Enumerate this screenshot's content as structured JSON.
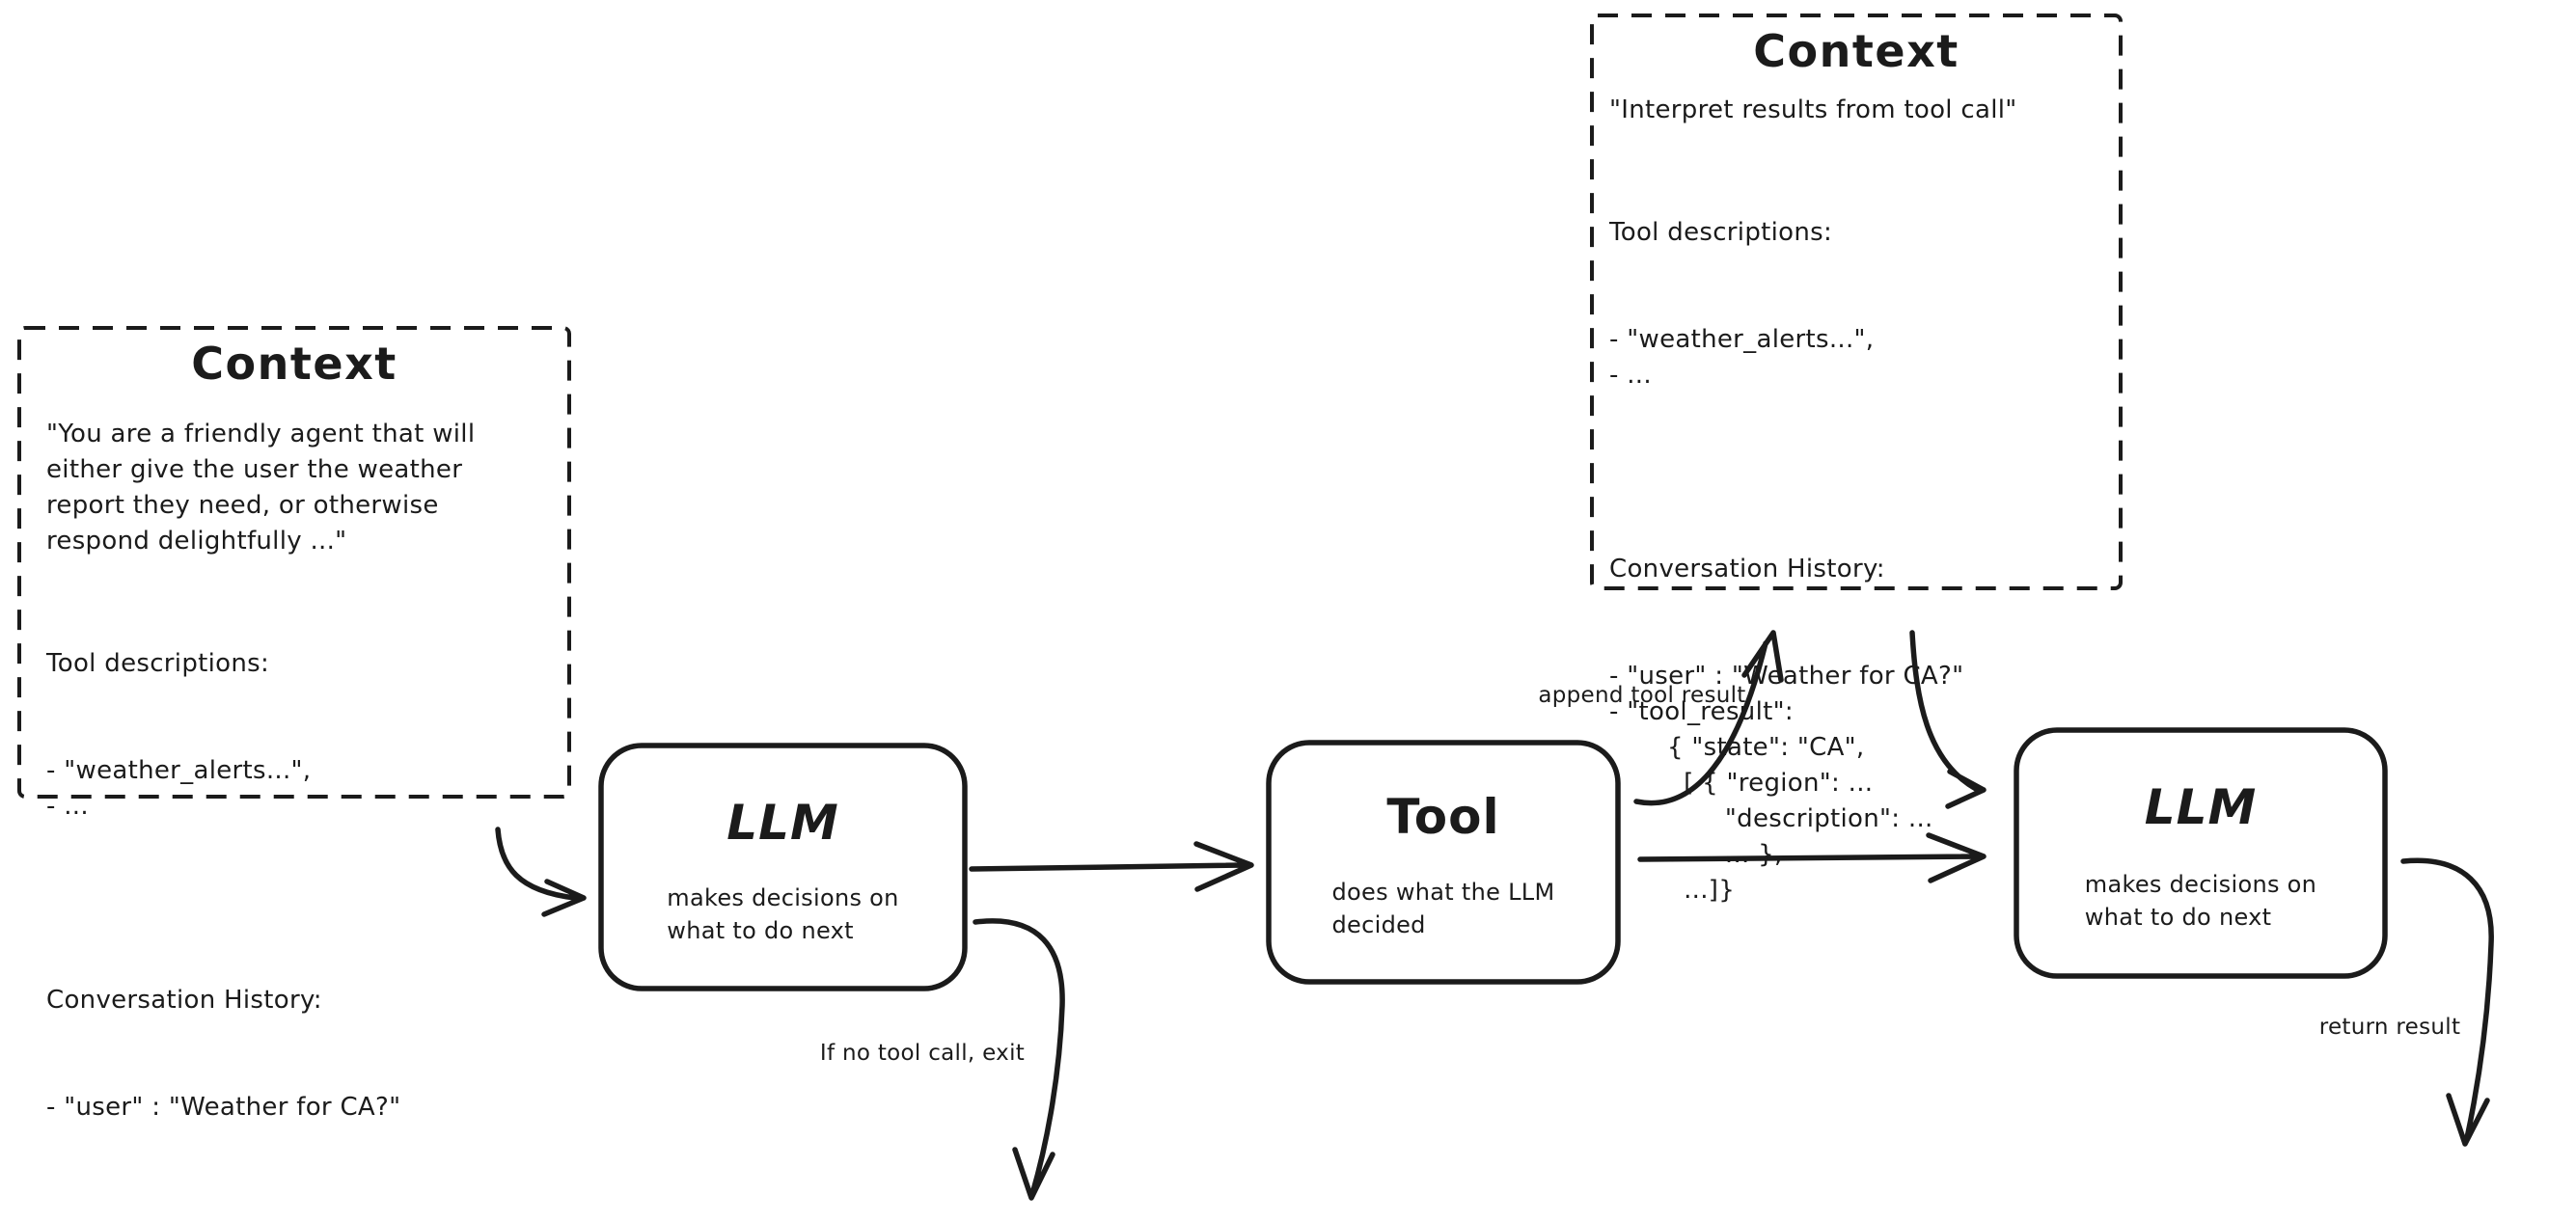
{
  "colors": {
    "ink": "#1b1b1b",
    "background": "#ffffff"
  },
  "context_left": {
    "title": "Context",
    "system_prompt": "\"You are a friendly agent that will\neither give the user the weather\nreport they need, or otherwise\nrespond delightfully ...\"",
    "tool_descriptions_header": "Tool descriptions:",
    "tool_descriptions": "- \"weather_alerts...\",\n- ...",
    "history_header": "Conversation History:",
    "history": "- \"user\" : \"Weather for CA?\""
  },
  "context_right": {
    "title": "Context",
    "system_prompt": "\"Interpret results from tool call\"",
    "tool_descriptions_header": "Tool descriptions:",
    "tool_descriptions": "- \"weather_alerts...\",\n- ...",
    "history_header": "Conversation History:",
    "history": "- \"user\" : \"Weather for CA?\"\n- \"tool_result\":\n       { \"state\": \"CA\",\n         [ { \"region\": ...\n              \"description\": ...\n              ... },\n         ...]}"
  },
  "nodes": {
    "llm_first": {
      "title": "LLM",
      "subtitle": "makes decisions on\nwhat to do next"
    },
    "tool": {
      "title": "Tool",
      "subtitle": "does what the LLM\ndecided"
    },
    "llm_second": {
      "title": "LLM",
      "subtitle": "makes decisions on\nwhat to do next"
    }
  },
  "edge_labels": {
    "append_tool_result": "append tool result",
    "no_tool_call_exit": "If no tool call, exit",
    "return_result": "return result"
  }
}
